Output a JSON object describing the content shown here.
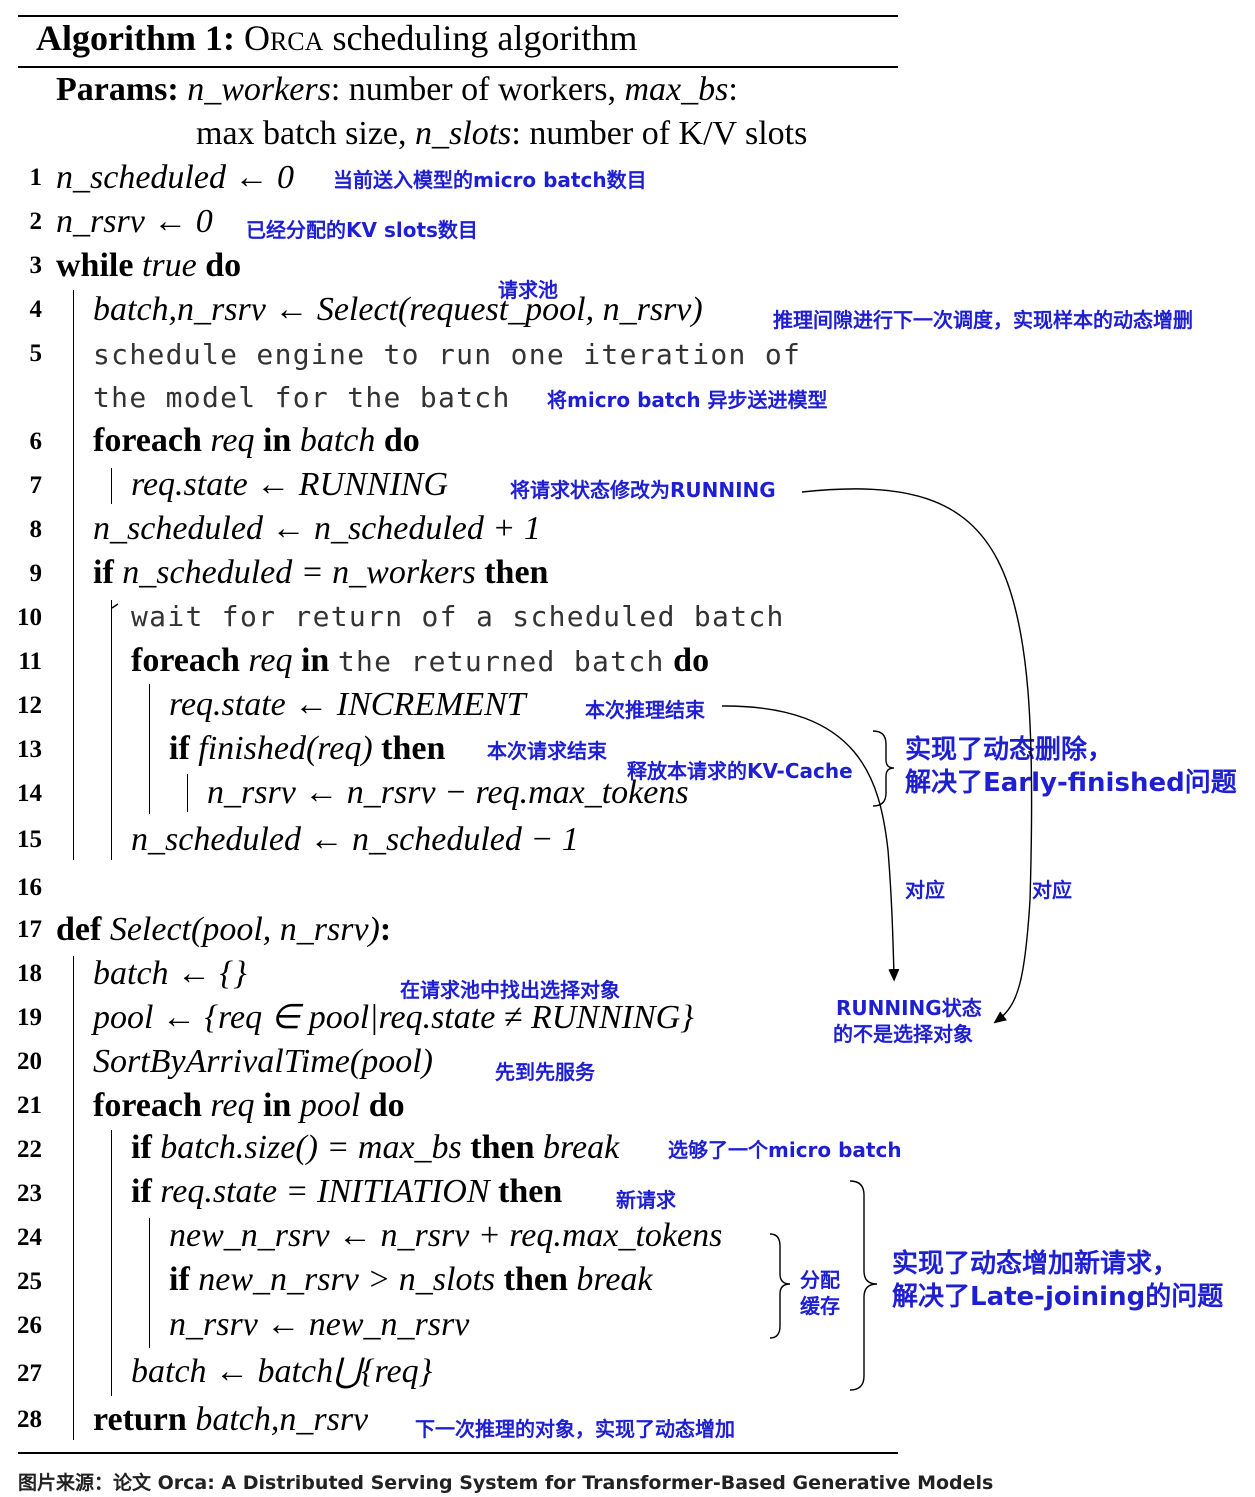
{
  "algorithm": {
    "label": "Algorithm 1:",
    "name_first": "O",
    "name_rest": "RCA",
    "title_rest": "scheduling algorithm"
  },
  "params": {
    "label": "Params:",
    "line1": [
      "n_workers",
      ": number of workers, ",
      "max_bs",
      ":"
    ],
    "line2": [
      "max batch size, ",
      "n_slots",
      ": number of K/V slots"
    ]
  },
  "lines": [
    {
      "no": "1",
      "code": "n_scheduled ← 0"
    },
    {
      "no": "2",
      "code": "n_rsrv ← 0"
    },
    {
      "no": "3",
      "kw1": "while",
      "cond": "true",
      "kw2": "do"
    },
    {
      "no": "4",
      "code": "batch,n_rsrv ← Select(request_pool, n_rsrv)"
    },
    {
      "no": "5",
      "code": "schedule engine to run one iteration of",
      "code_cont": "the model for the batch"
    },
    {
      "no": "6",
      "kw1": "foreach",
      "var": "req",
      "kw2": "in",
      "var2": "batch",
      "kw3": "do"
    },
    {
      "no": "7",
      "code": "req.state ← RUNNING"
    },
    {
      "no": "8",
      "code": "n_scheduled ← n_scheduled + 1"
    },
    {
      "no": "9",
      "kw1": "if",
      "cond": "n_scheduled = n_workers",
      "kw2": "then"
    },
    {
      "no": "10",
      "code": "wait for return of a scheduled batch"
    },
    {
      "no": "11",
      "kw1": "foreach",
      "var": "req",
      "kw2": "in",
      "plain": "the returned batch",
      "kw3": "do"
    },
    {
      "no": "12",
      "code": "req.state ← INCREMENT"
    },
    {
      "no": "13",
      "kw1": "if",
      "cond": "finished(req)",
      "kw2": "then"
    },
    {
      "no": "14",
      "code": "n_rsrv ← n_rsrv − req.max_tokens"
    },
    {
      "no": "15",
      "code": "n_scheduled ← n_scheduled − 1"
    },
    {
      "no": "16",
      "code": ""
    },
    {
      "no": "17",
      "kw1": "def",
      "sig": "Select(pool, n_rsrv)",
      "colon": ":"
    },
    {
      "no": "18",
      "code": "batch ← {}"
    },
    {
      "no": "19",
      "code": "pool ← {req ∈ pool|req.state ≠ RUNNING}"
    },
    {
      "no": "20",
      "code": "SortByArrivalTime(pool)"
    },
    {
      "no": "21",
      "kw1": "foreach",
      "var": "req",
      "kw2": "in",
      "var2": "pool",
      "kw3": "do"
    },
    {
      "no": "22",
      "kw1": "if",
      "cond": "batch.size() = max_bs",
      "kw2": "then",
      "act": "break"
    },
    {
      "no": "23",
      "kw1": "if",
      "cond": "req.state = INITIATION",
      "kw2": "then"
    },
    {
      "no": "24",
      "code": "new_n_rsrv ← n_rsrv + req.max_tokens"
    },
    {
      "no": "25",
      "kw1": "if",
      "cond": "new_n_rsrv > n_slots",
      "kw2": "then",
      "act": "break"
    },
    {
      "no": "26",
      "code": "n_rsrv ← new_n_rsrv"
    },
    {
      "no": "27",
      "code": "batch ← batch⋃{req}"
    },
    {
      "no": "28",
      "kw1": "return",
      "code": "batch,n_rsrv"
    }
  ],
  "annotations": {
    "a1": "当前送入模型的micro batch数目",
    "a2": "已经分配的KV slots数目",
    "a4_above": "请求池",
    "a4": "推理间隙进行下一次调度，实现样本的动态增删",
    "a5": "将micro batch 异步送进模型",
    "a7": "将请求状态修改为RUNNING",
    "a12": "本次推理结束",
    "a13": "本次请求结束",
    "a14": "释放本请求的KV-Cache",
    "remove_1": "实现了动态删除，",
    "remove_2": "解决了Early-finished问题",
    "corr1": "对应",
    "corr2": "对应",
    "running_1": "RUNNING状态",
    "running_2": "的不是选择对象",
    "a19": "在请求池中找出选择对象",
    "a20": "先到先服务",
    "a22": "选够了一个micro batch",
    "a23": "新请求",
    "alloc_1": "分配",
    "alloc_2": "缓存",
    "add_1": "实现了动态增加新请求，",
    "add_2": "解决了Late-joining的问题",
    "a28": "下一次推理的对象，实现了动态增加"
  },
  "caption": "图片来源：论文 Orca: A Distributed Serving System for Transformer-Based Generative Models",
  "colors": {
    "annotation": "#1f1fd2",
    "text": "#000000"
  }
}
